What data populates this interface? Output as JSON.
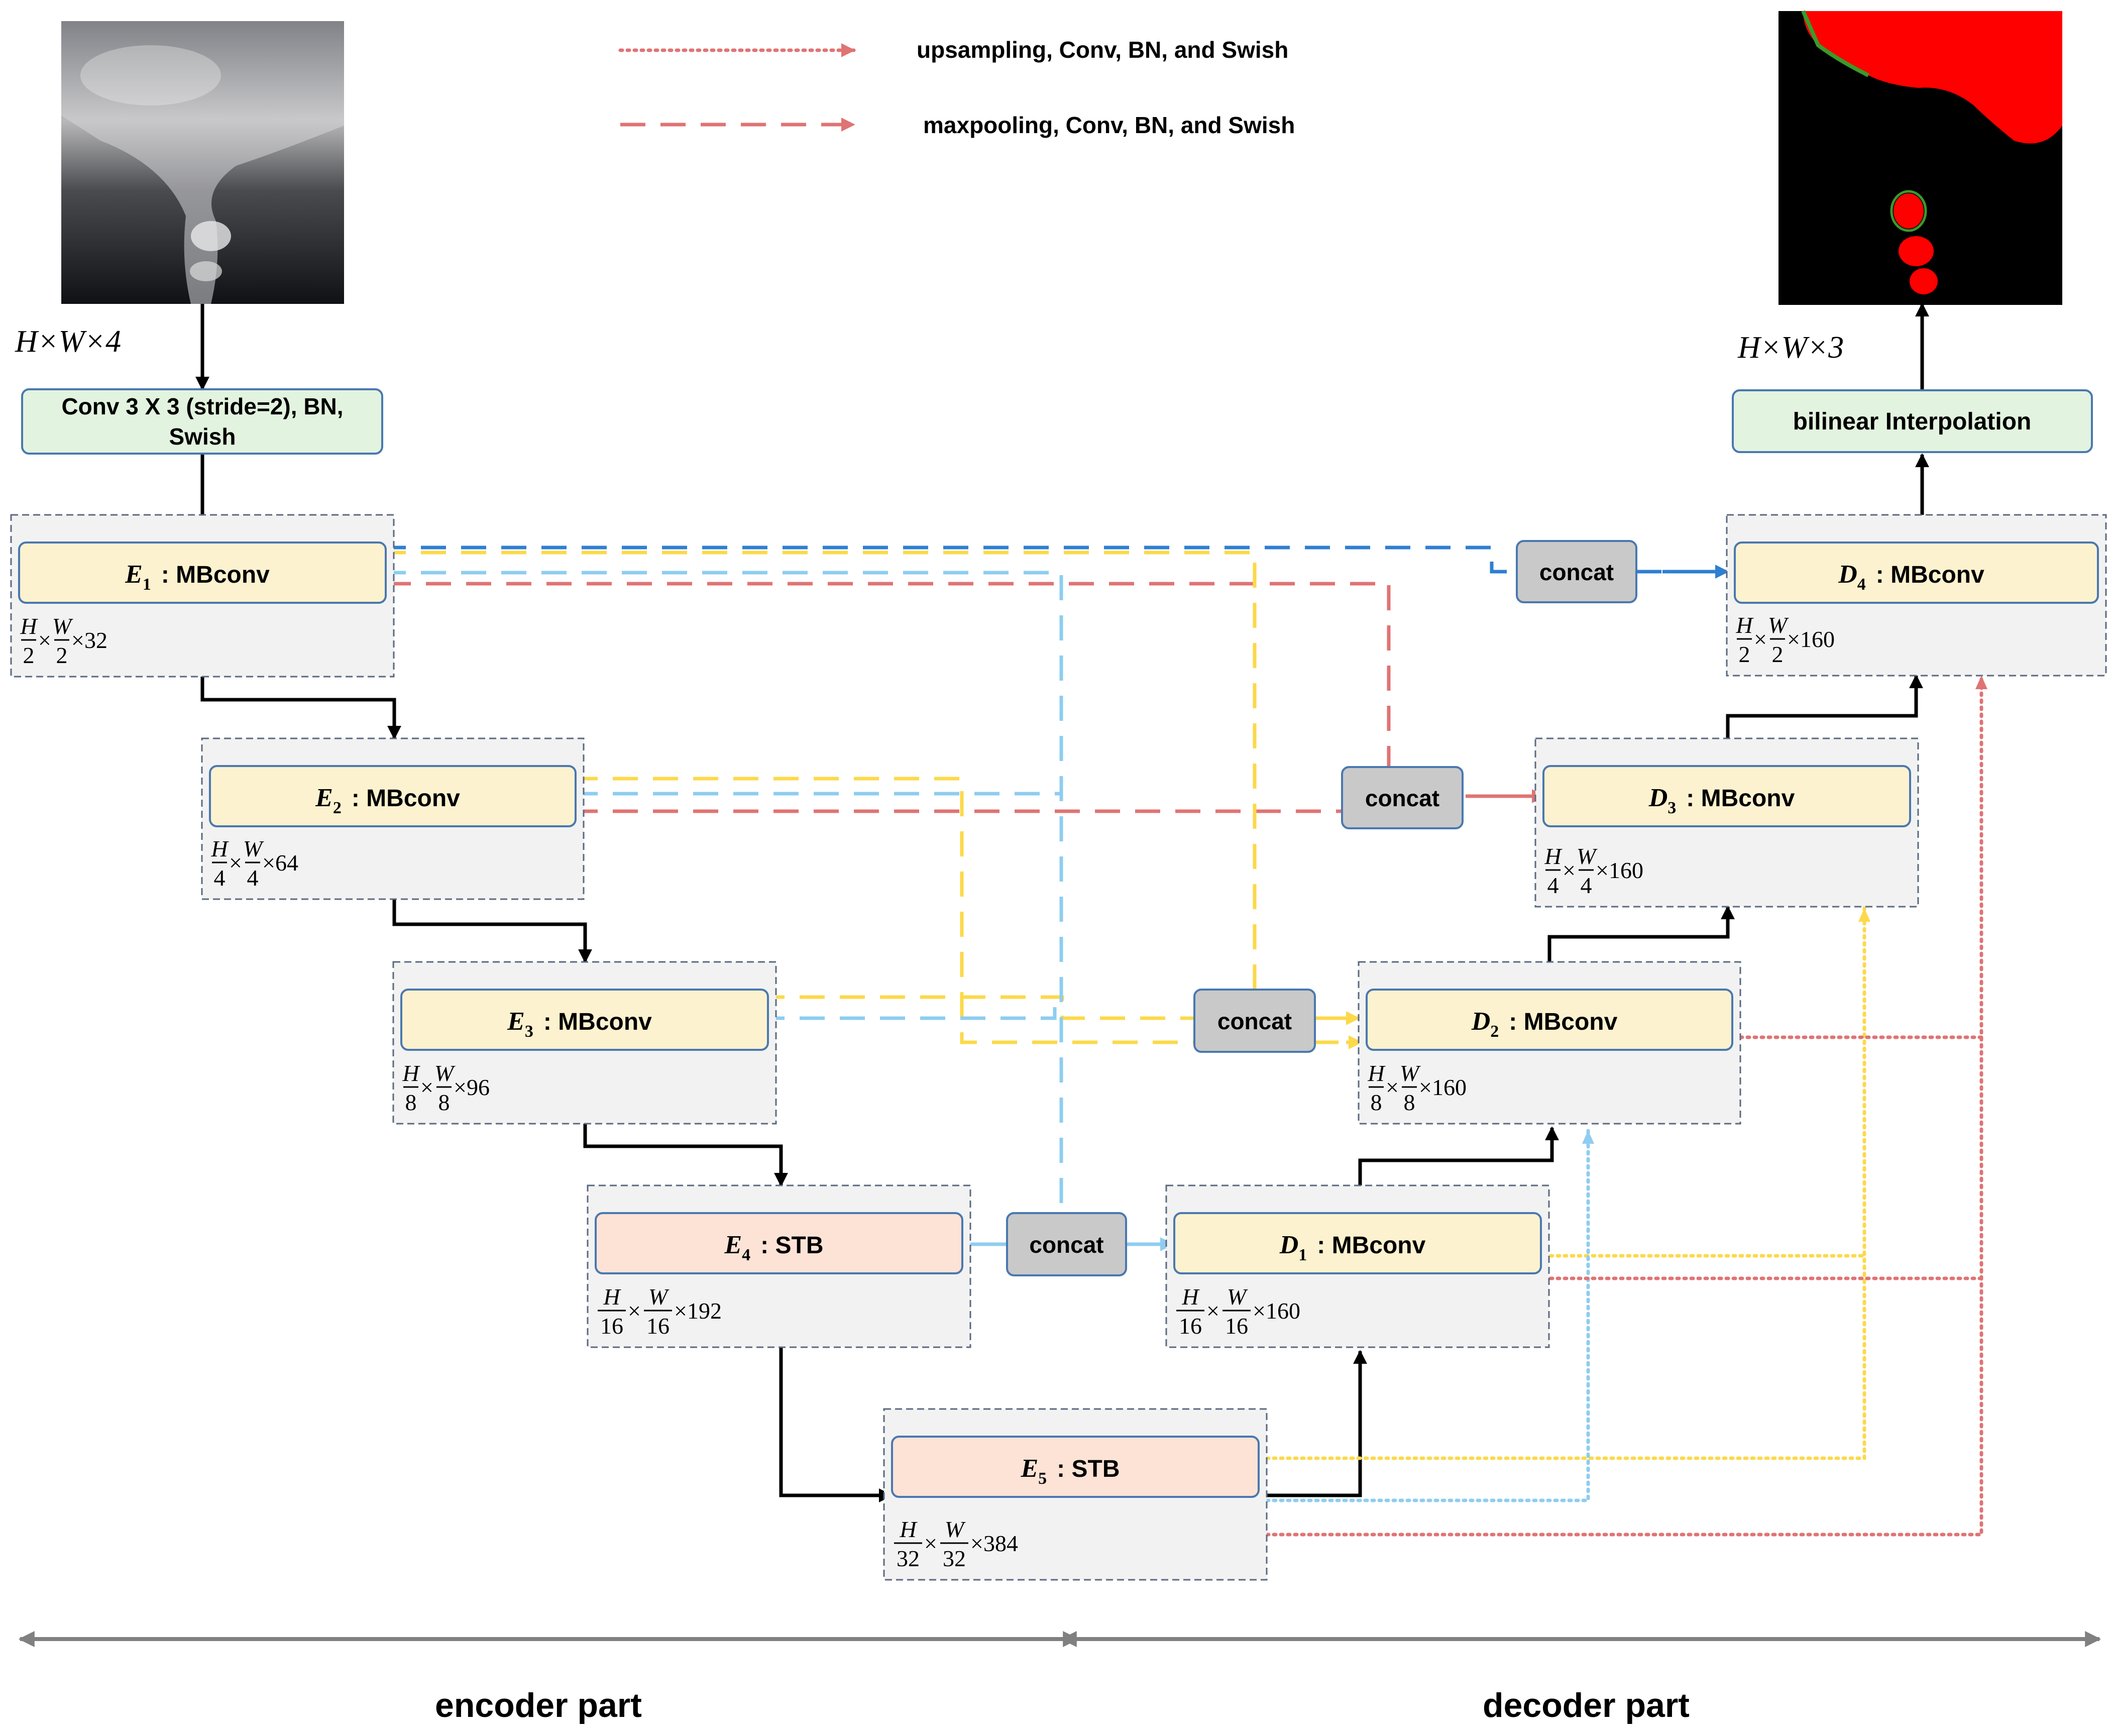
{
  "legend": {
    "upsampling": "upsampling, Conv, BN, and Swish",
    "maxpooling": "maxpooling, Conv, BN, and Swish"
  },
  "input": {
    "dims": "H×W×4"
  },
  "output": {
    "dims": "H×W×3"
  },
  "stem": {
    "line1": "Conv 3 X 3 (stride=2), BN,",
    "line2": "Swish"
  },
  "head": {
    "label": "bilinear Interpolation"
  },
  "blocks": {
    "e1": {
      "letter": "E",
      "sub": "1",
      "op": ": MBconv",
      "num_h": "H",
      "den_h": "2",
      "num_w": "W",
      "den_w": "2",
      "ch": "×32"
    },
    "e2": {
      "letter": "E",
      "sub": "2",
      "op": ": MBconv",
      "num_h": "H",
      "den_h": "4",
      "num_w": "W",
      "den_w": "4",
      "ch": "×64"
    },
    "e3": {
      "letter": "E",
      "sub": "3",
      "op": ": MBconv",
      "num_h": "H",
      "den_h": "8",
      "num_w": "W",
      "den_w": "8",
      "ch": "×96"
    },
    "e4": {
      "letter": "E",
      "sub": "4",
      "op": ": STB",
      "num_h": "H",
      "den_h": "16",
      "num_w": "W",
      "den_w": "16",
      "ch": "×192"
    },
    "e5": {
      "letter": "E",
      "sub": "5",
      "op": ": STB",
      "num_h": "H",
      "den_h": "32",
      "num_w": "W",
      "den_w": "32",
      "ch": "×384"
    },
    "d1": {
      "letter": "D",
      "sub": "1",
      "op": ": MBconv",
      "num_h": "H",
      "den_h": "16",
      "num_w": "W",
      "den_w": "16",
      "ch": "×160"
    },
    "d2": {
      "letter": "D",
      "sub": "2",
      "op": ": MBconv",
      "num_h": "H",
      "den_h": "8",
      "num_w": "W",
      "den_w": "8",
      "ch": "×160"
    },
    "d3": {
      "letter": "D",
      "sub": "3",
      "op": ": MBconv",
      "num_h": "H",
      "den_h": "4",
      "num_w": "W",
      "den_w": "4",
      "ch": "×160"
    },
    "d4": {
      "letter": "D",
      "sub": "4",
      "op": ": MBconv",
      "num_h": "H",
      "den_h": "2",
      "num_w": "W",
      "den_w": "2",
      "ch": "×160"
    }
  },
  "concat": {
    "label": "concat"
  },
  "parts": {
    "encoder": "encoder part",
    "decoder": "decoder part"
  },
  "colors": {
    "red_line": "#e07373",
    "yellow_line": "#fcd94a",
    "light_blue_line": "#8ecdf0",
    "dark_blue_line": "#2f7fd0",
    "mbconv_fill": "#fdf2cf",
    "stb_fill": "#fde3d6",
    "stem_fill": "#e2f3df",
    "concat_fill": "#c9c9c9",
    "container_fill": "#f2f2f2",
    "border_blue": "#4a78b0"
  }
}
